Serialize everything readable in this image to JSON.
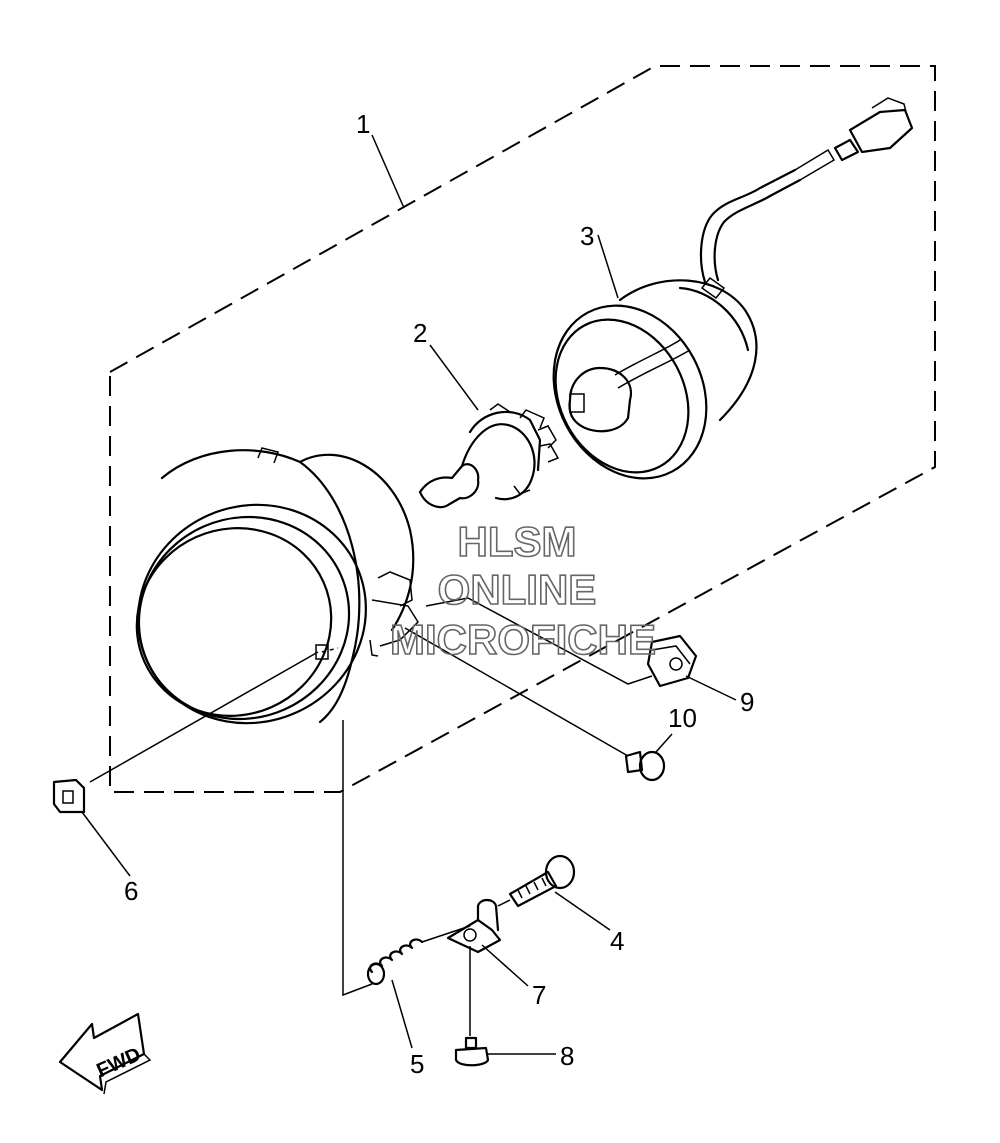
{
  "watermark": {
    "line1": "HLSM",
    "line2": "ONLINE",
    "line3": "MICROFICHE"
  },
  "direction_label": "FWD",
  "callouts": [
    "1",
    "2",
    "3",
    "4",
    "5",
    "6",
    "7",
    "8",
    "9",
    "10"
  ]
}
